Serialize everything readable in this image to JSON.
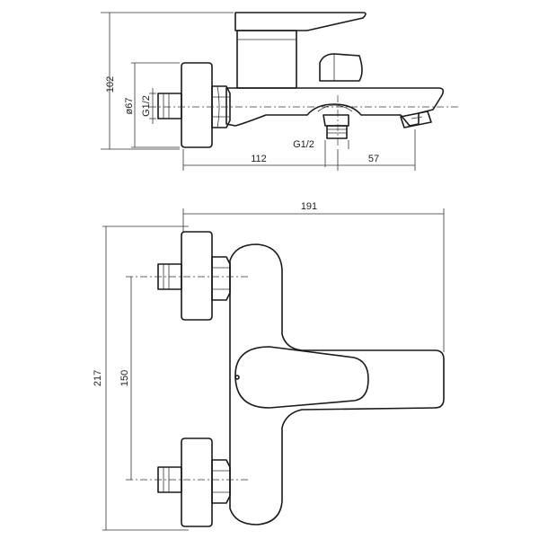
{
  "dimensions": {
    "height_total": "102",
    "diameter": "ø67",
    "thread_left": "G1/2",
    "thread_bottom": "G1/2",
    "depth": "112",
    "spout": "57",
    "width_total": "191",
    "height_front": "217",
    "spacing": "150"
  },
  "colors": {
    "line": "#1a1a1a",
    "background": "#ffffff"
  }
}
